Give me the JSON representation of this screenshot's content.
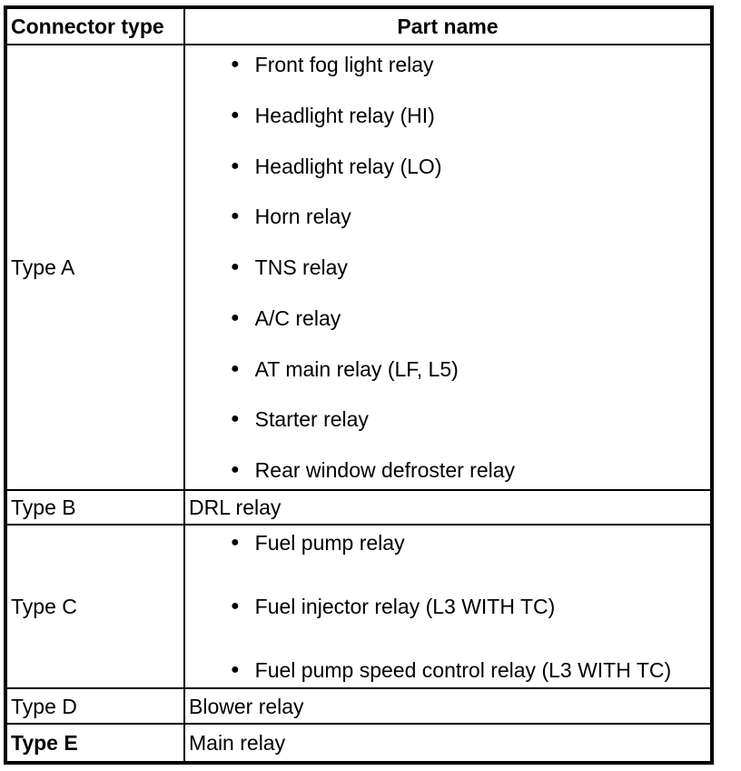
{
  "table": {
    "header": {
      "connector_type": "Connector type",
      "part_name": "Part name"
    },
    "bullet": "●",
    "rows": [
      {
        "type": "Type A",
        "parts": [
          "Front fog light relay",
          "Headlight relay (HI)",
          "Headlight relay (LO)",
          "Horn relay",
          "TNS relay",
          "A/C relay",
          "AT main relay (LF, L5)",
          "Starter relay",
          "Rear window defroster relay"
        ]
      },
      {
        "type": "Type B",
        "parts": [
          "DRL relay"
        ]
      },
      {
        "type": "Type C",
        "parts": [
          "Fuel pump relay",
          "Fuel injector relay (L3 WITH TC)",
          "Fuel pump speed control relay (L3 WITH TC)"
        ]
      },
      {
        "type": "Type D",
        "parts": [
          "Blower relay"
        ]
      },
      {
        "type": "Type E",
        "parts": [
          "Main relay"
        ]
      }
    ],
    "colors": {
      "border": "#000000",
      "text": "#000000",
      "background": "#ffffff"
    }
  }
}
